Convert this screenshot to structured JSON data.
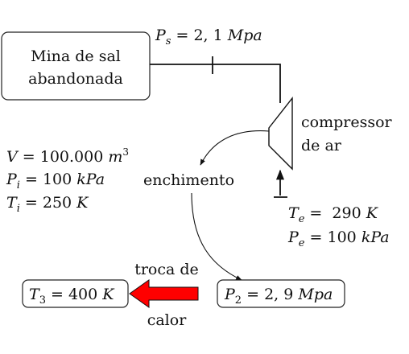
{
  "mine_box": {
    "line1": "Mina de sal",
    "line2": "abandonada"
  },
  "supply_pressure": {
    "var": "P",
    "sub": "s",
    "rest": " = 2, 1 ",
    "unit": "Mpa"
  },
  "compressor": {
    "line1": "compressor",
    "line2": "de ar"
  },
  "cavern_state": {
    "volume": {
      "var": "V",
      "rest": " = 100.000 ",
      "unit": "m",
      "sup": "3"
    },
    "pressure": {
      "var": "P",
      "sub": "i",
      "rest": " = 100 ",
      "unit": "kPa"
    },
    "temperature": {
      "var": "T",
      "sub": "i",
      "rest": " = 250 ",
      "unit": "K"
    }
  },
  "filling_label": "enchimento",
  "inlet_state": {
    "temperature": {
      "var": "T",
      "sub": "e",
      "rest": " =  290 ",
      "unit": "K"
    },
    "pressure": {
      "var": "P",
      "sub": "e",
      "rest": " = 100 ",
      "unit": "kPa"
    }
  },
  "heat_exchange": {
    "line1": "troca de",
    "line2": "calor"
  },
  "state3_box": {
    "var": "T",
    "sub": "3",
    "rest": " = 400 ",
    "unit": "K"
  },
  "state2_box": {
    "var": "P",
    "sub": "2",
    "rest": " = 2, 9 ",
    "unit": "Mpa"
  },
  "colors": {
    "heat_arrow": "#ff0000",
    "stroke": "#111111"
  }
}
